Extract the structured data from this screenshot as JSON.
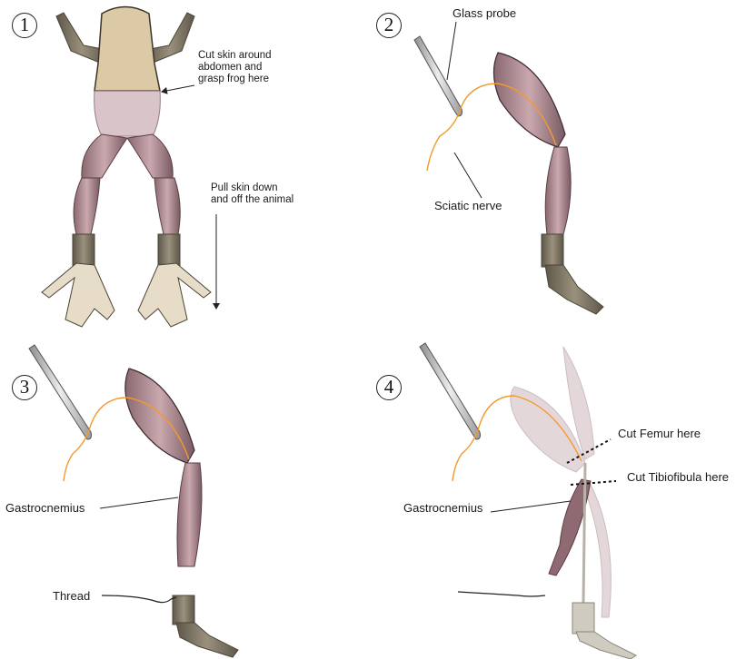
{
  "colors": {
    "skin": "#dcc9a6",
    "muscle": "#b08f97",
    "muscle_dark": "#6e4d55",
    "foot": "#7a725f",
    "nerve": "#f29a2e",
    "probe": "#c9c9c9"
  },
  "panels": [
    {
      "number": "1",
      "labels": {
        "cut_skin": "Cut skin around\nabdomen and\ngrasp frog here",
        "pull_skin": "Pull skin down\nand off the animal"
      }
    },
    {
      "number": "2",
      "labels": {
        "glass_probe": "Glass probe",
        "sciatic_nerve": "Sciatic nerve"
      }
    },
    {
      "number": "3",
      "labels": {
        "gastrocnemius": "Gastrocnemius",
        "thread": "Thread"
      }
    },
    {
      "number": "4",
      "labels": {
        "gastrocnemius": "Gastrocnemius",
        "cut_femur": "Cut Femur here",
        "cut_tibiofibula": "Cut Tibiofibula here"
      }
    }
  ]
}
